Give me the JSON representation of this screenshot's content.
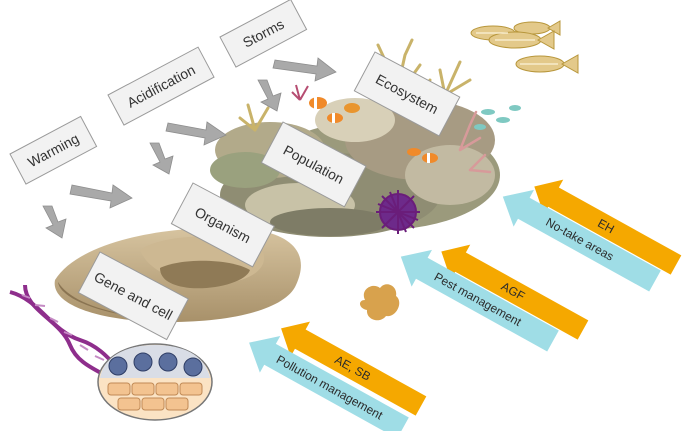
{
  "stressors": [
    "Warming",
    "Acidification",
    "Storms"
  ],
  "levels": [
    "Gene and cell",
    "Organism",
    "Population",
    "Ecosystem"
  ],
  "interventions": [
    {
      "yellow_label": "AE, SB",
      "blue_label": "Pollution management"
    },
    {
      "yellow_label": "AGF",
      "blue_label": "Pest management"
    },
    {
      "yellow_label": "EH",
      "blue_label": "No-take areas"
    }
  ],
  "colors": {
    "yellow_arrow": "#f5a800",
    "blue_arrow": "#9fdde6",
    "stressor_arrow": "#a9a9a9",
    "panel": "#f2f2f2",
    "coral": "#c8b491",
    "dna": "#8e2e8c"
  }
}
